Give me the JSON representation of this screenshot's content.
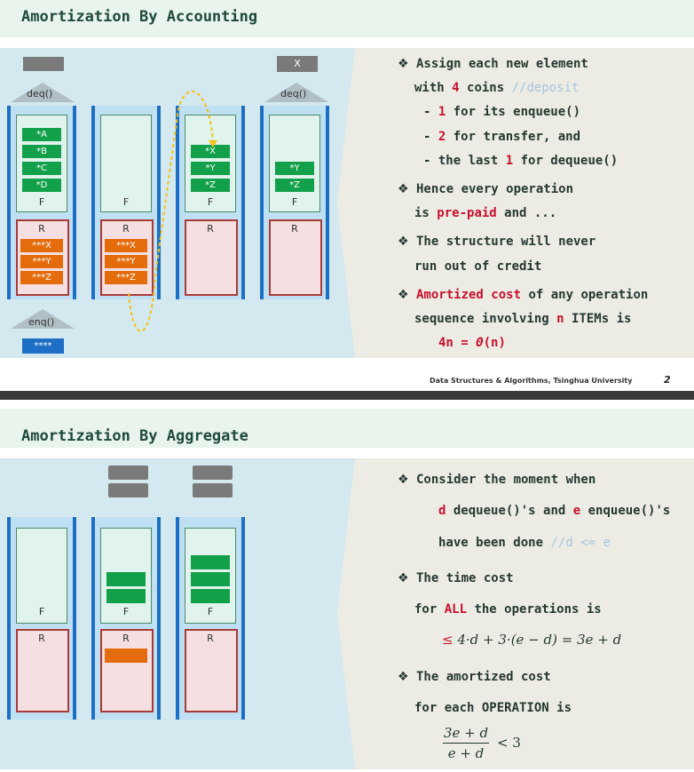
{
  "slide1": {
    "title": "Amortization By Accounting",
    "diagram": {
      "deq_left": "deq()",
      "deq_right": "deq()",
      "enq": "enq()",
      "enq_stars": "****",
      "x_label": "X",
      "f_label": "F",
      "r_label": "R",
      "col1_f_items": [
        "*A",
        "*B",
        "*C",
        "*D"
      ],
      "col1_r_items": [
        "***X",
        "***Y",
        "***Z"
      ],
      "col2_r_items": [
        "***X",
        "***Y",
        "***Z"
      ],
      "col3_f_items": [
        "*X",
        "*Y",
        "*Z"
      ],
      "col4_f_items": [
        "*Y",
        "*Z"
      ]
    },
    "bullets": {
      "b1_l1": "Assign each new element",
      "b1_l2a": "with ",
      "b1_l2b": "4",
      "b1_l2c": " coins ",
      "b1_l2d": "//deposit",
      "b1_s1a": "- ",
      "b1_s1b": "1",
      "b1_s1c": " for its enqueue()",
      "b1_s2a": "- ",
      "b1_s2b": "2",
      "b1_s2c": " for transfer, and",
      "b1_s3a": "- the last ",
      "b1_s3b": "1",
      "b1_s3c": " for dequeue()",
      "b2_l1": "Hence every operation",
      "b2_l2a": "is ",
      "b2_l2b": "pre-paid",
      "b2_l2c": " and ...",
      "b3_l1": "The structure will never",
      "b3_l2": "run out of credit",
      "b4_l1a": "Amortized cost",
      "b4_l1b": " of any operation",
      "b4_l2a": "sequence involving ",
      "b4_l2b": "n",
      "b4_l2c": " ITEMs is",
      "b4_l3a": "4n = ",
      "b4_l3b": "Θ",
      "b4_l3c": "(n)"
    },
    "footer": "Data Structures & Algorithms, Tsinghua University",
    "page": "2"
  },
  "slide2": {
    "title": "Amortization By Aggregate",
    "diagram": {
      "f_label": "F",
      "r_label": "R"
    },
    "bullets": {
      "b1_l1": "Consider the moment when",
      "b1_l2a": "d",
      "b1_l2b": " dequeue()'s and ",
      "b1_l2c": "e",
      "b1_l2d": " enqueue()'s",
      "b1_l3a": "have been done  ",
      "b1_l3b": "//d <= e",
      "b2_l1": "The time cost",
      "b2_l2a": "for ",
      "b2_l2b": "ALL",
      "b2_l2c": " the operations is",
      "b2_math_le": "≤",
      "b2_math_expr": "4·d + 3·(e − d)  =  3e + d",
      "b3_l1": "The amortized cost",
      "b3_l2": "for each OPERATION is",
      "frac_num": "3e + d",
      "frac_den": "e + d",
      "frac_lt": "< 3"
    }
  },
  "colors": {
    "green": "#13a04a",
    "orange": "#e46c0c",
    "red": "#c8102e",
    "blue": "#1c6fc4"
  },
  "icons": {
    "bullet": "❖"
  }
}
